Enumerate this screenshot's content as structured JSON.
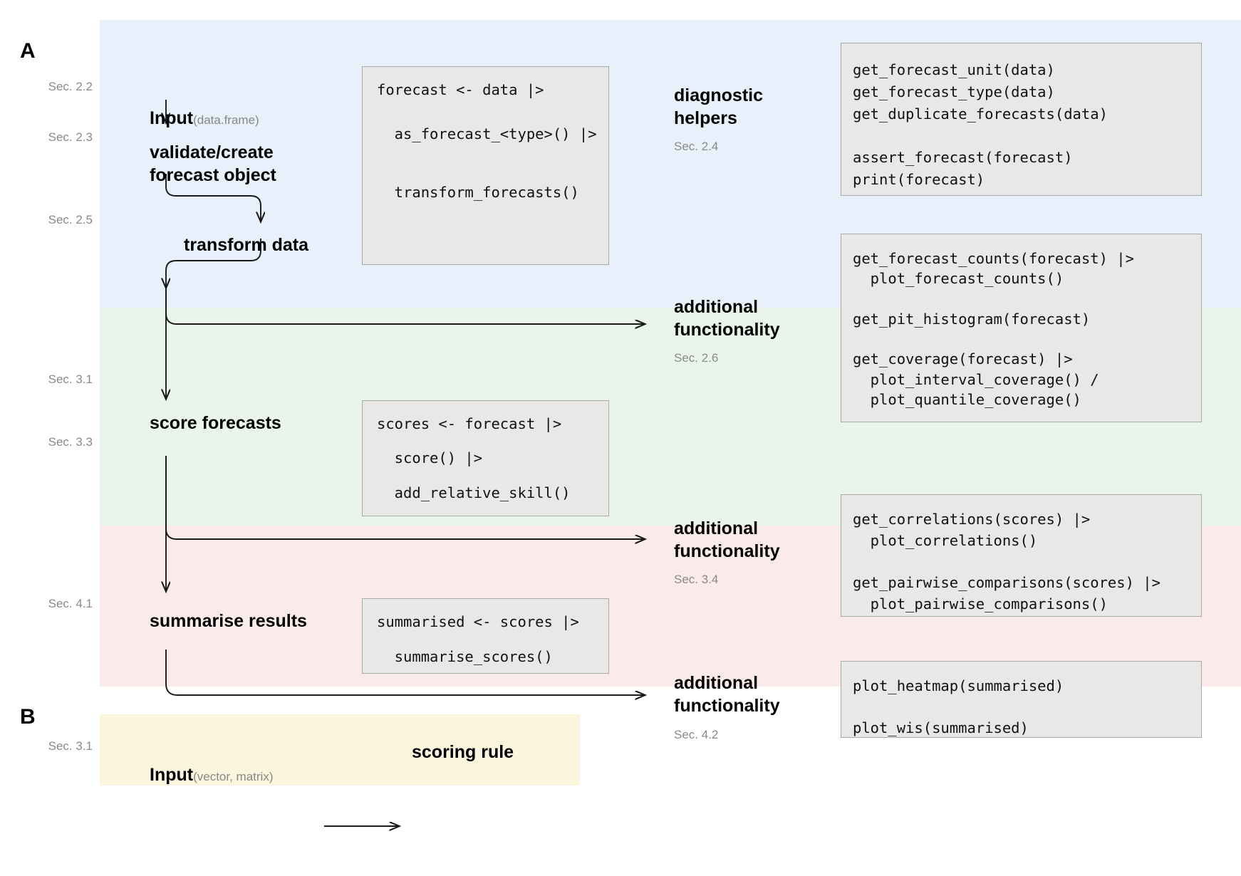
{
  "panels": {
    "a_letter": "A",
    "b_letter": "B"
  },
  "bands": {
    "blue_color": "#e7f0fb",
    "green_color": "#e9f4ea",
    "pink_color": "#fbeaea",
    "yellow_color": "#fbf5dd",
    "codebox_fill": "#e8e8e6",
    "codebox_border": "#a9a9a9",
    "sec_label_color": "#8a8a8a"
  },
  "sections": {
    "s22": "Sec. 2.2",
    "s23": "Sec. 2.3",
    "s25": "Sec. 2.5",
    "s31": "Sec. 3.1",
    "s33": "Sec. 3.3",
    "s41": "Sec. 4.1",
    "s31b": "Sec. 3.1"
  },
  "nodes": {
    "input": {
      "label": "Input",
      "sub": "(data.frame)"
    },
    "validate": {
      "label": "validate/create\nforecast object"
    },
    "transform": {
      "label": "transform data"
    },
    "score": {
      "label": "score forecasts"
    },
    "summarise": {
      "label": "summarise results"
    },
    "diagnostic_helpers": {
      "label": "diagnostic\nhelpers",
      "sec": "Sec. 2.4"
    },
    "additional_26": {
      "label": "additional\nfunctionality",
      "sec": "Sec. 2.6"
    },
    "additional_34": {
      "label": "additional\nfunctionality",
      "sec": "Sec. 3.4"
    },
    "additional_42": {
      "label": "additional\nfunctionality",
      "sec": "Sec. 4.2"
    }
  },
  "codeboxes": {
    "forecast_pipeline": [
      "forecast <- data |>",
      "",
      "",
      "  as_forecast_<type>() |>",
      "",
      "",
      "",
      "  transform_forecasts()"
    ],
    "diagnostics": [
      "get_forecast_unit(data)",
      "get_forecast_type(data)",
      "get_duplicate_forecasts(data)",
      "",
      "assert_forecast(forecast)",
      "print(forecast)"
    ],
    "additional_26": [
      "get_forecast_counts(forecast) |>",
      "  plot_forecast_counts()",
      "",
      "get_pit_histogram(forecast)",
      "",
      "get_coverage(forecast) |>",
      "  plot_interval_coverage() /",
      "  plot_quantile_coverage()"
    ],
    "score_pipeline": [
      "scores <- forecast |>",
      "",
      "  score() |>",
      "",
      "  add_relative_skill()"
    ],
    "additional_34": [
      "get_correlations(scores) |>",
      "  plot_correlations()",
      "",
      "get_pairwise_comparisons(scores) |>",
      "  plot_pairwise_comparisons()"
    ],
    "summarise_pipeline": [
      "summarised <- scores |>",
      "",
      "  summarise_scores()"
    ],
    "additional_42": [
      "plot_heatmap(summarised)",
      "",
      "plot_wis(summarised)"
    ]
  },
  "panel_b": {
    "input_label": "Input",
    "input_sub": "(vector, matrix)",
    "target_label": "scoring rule"
  }
}
